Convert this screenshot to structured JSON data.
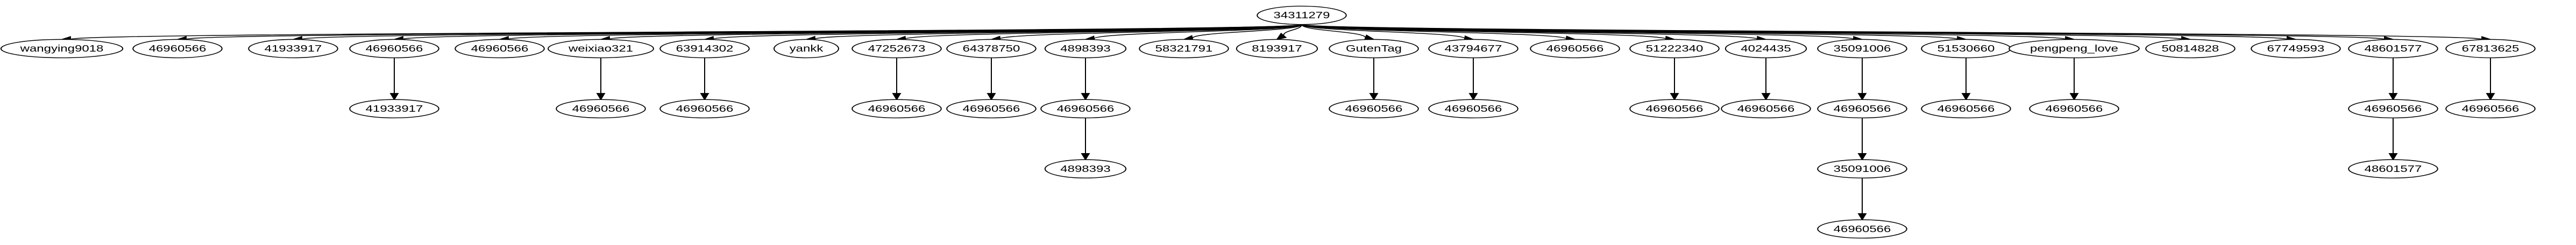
{
  "graph": {
    "root": {
      "label": "34311279"
    },
    "children": [
      {
        "label": "wangying9018",
        "children": []
      },
      {
        "label": "46960566",
        "children": []
      },
      {
        "label": "41933917",
        "children": []
      },
      {
        "label": "46960566",
        "children": [
          {
            "label": "41933917",
            "children": []
          }
        ]
      },
      {
        "label": "46960566",
        "children": []
      },
      {
        "label": "weixiao321",
        "children": [
          {
            "label": "46960566",
            "children": []
          }
        ]
      },
      {
        "label": "63914302",
        "children": [
          {
            "label": "46960566",
            "children": []
          }
        ]
      },
      {
        "label": "yankk",
        "children": []
      },
      {
        "label": "47252673",
        "children": [
          {
            "label": "46960566",
            "children": []
          }
        ]
      },
      {
        "label": "64378750",
        "children": [
          {
            "label": "46960566",
            "children": []
          }
        ]
      },
      {
        "label": "4898393",
        "children": [
          {
            "label": "46960566",
            "children": [
              {
                "label": "4898393",
                "children": []
              }
            ]
          }
        ]
      },
      {
        "label": "58321791",
        "children": []
      },
      {
        "label": "8193917",
        "children": []
      },
      {
        "label": "GutenTag",
        "children": [
          {
            "label": "46960566",
            "children": []
          }
        ]
      },
      {
        "label": "43794677",
        "children": [
          {
            "label": "46960566",
            "children": []
          }
        ]
      },
      {
        "label": "46960566",
        "children": []
      },
      {
        "label": "51222340",
        "children": [
          {
            "label": "46960566",
            "children": []
          }
        ]
      },
      {
        "label": "4024435",
        "children": [
          {
            "label": "46960566",
            "children": []
          }
        ]
      },
      {
        "label": "35091006",
        "children": [
          {
            "label": "46960566",
            "children": [
              {
                "label": "35091006",
                "children": [
                  {
                    "label": "46960566",
                    "children": []
                  }
                ]
              }
            ]
          }
        ]
      },
      {
        "label": "51530660",
        "children": [
          {
            "label": "46960566",
            "children": []
          }
        ]
      },
      {
        "label": "pengpeng_love",
        "children": [
          {
            "label": "46960566",
            "children": []
          }
        ]
      },
      {
        "label": "50814828",
        "children": []
      },
      {
        "label": "67749593",
        "children": []
      },
      {
        "label": "48601577",
        "children": [
          {
            "label": "46960566",
            "children": [
              {
                "label": "48601577",
                "children": []
              }
            ]
          }
        ]
      },
      {
        "label": "67813625",
        "children": [
          {
            "label": "46960566",
            "children": []
          }
        ]
      }
    ]
  }
}
